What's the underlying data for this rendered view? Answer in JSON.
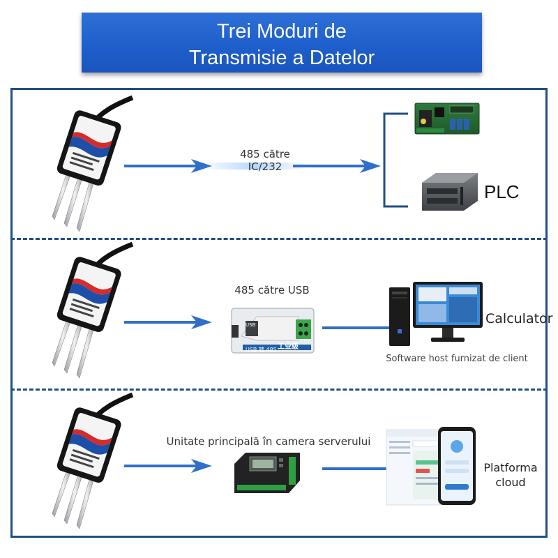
{
  "title": {
    "line1": "Trei Moduri de",
    "line2": "Transmisie a Datelor"
  },
  "rows": [
    {
      "converter": {
        "line1": "485 către",
        "line2": "IC/232"
      },
      "destinations": [
        {
          "label": ""
        },
        {
          "label": "PLC"
        }
      ]
    },
    {
      "converter": {
        "label": "485 către USB",
        "device_text1": "工业级",
        "device_text2": "USB 转 485",
        "device_tag": "USB"
      },
      "destination": {
        "label": "Calculator",
        "caption": "Software host furnizat de client"
      }
    },
    {
      "converter": {
        "label": "Unitate principală în camera serverului"
      },
      "destination": {
        "label_line1": "Platforma",
        "label_line2": "cloud"
      }
    }
  ],
  "colors": {
    "banner": "#2367d1",
    "frame": "#1f4f86",
    "arrow": "#2f6fc9"
  }
}
